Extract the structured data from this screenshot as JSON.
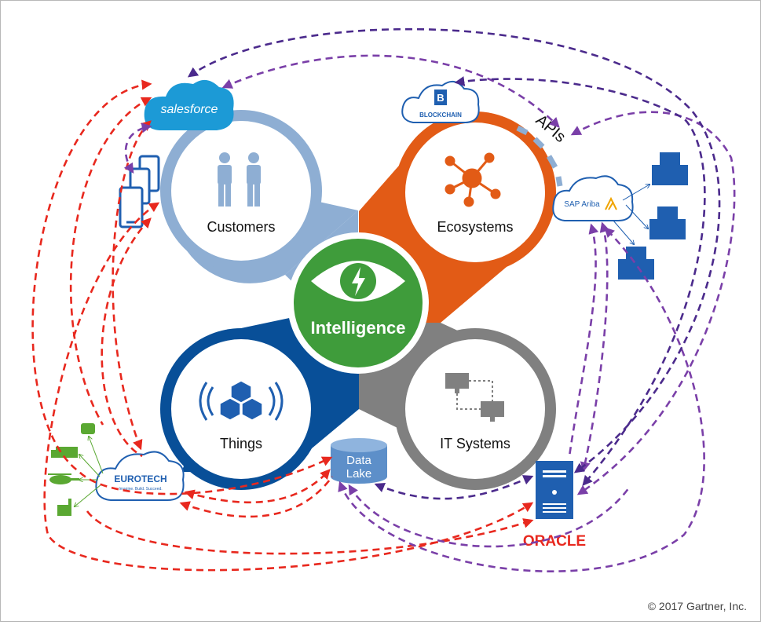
{
  "quadrants": {
    "customers": {
      "label": "Customers",
      "color": "#8eaed3"
    },
    "ecosystems": {
      "label": "Ecosystems",
      "color": "#e25b16"
    },
    "things": {
      "label": "Things",
      "color": "#084f98"
    },
    "it_systems": {
      "label": "IT Systems",
      "color": "#808080"
    }
  },
  "center": {
    "label": "Intelligence",
    "color": "#3f9c3b"
  },
  "data_lake": {
    "line1": "Data",
    "line2": "Lake",
    "color": "#5d8fc9"
  },
  "apis_label": "APIs",
  "logos": {
    "salesforce": "salesforce",
    "blockchain": "BLOCKCHAIN",
    "sap_ariba": "SAP Ariba",
    "eurotech": "EUROTECH",
    "eurotech_tagline": "Imagine. Build. Succeed.",
    "oracle": "ORACLE"
  },
  "footer": {
    "copyright": "© 2017 Gartner, Inc."
  },
  "colors": {
    "red_link": "#e8281e",
    "purple_link": "#7a3fa8",
    "dark_purple_link": "#4b2a8c",
    "blue_icon": "#1f5fb0",
    "green_icon": "#5aa832"
  }
}
